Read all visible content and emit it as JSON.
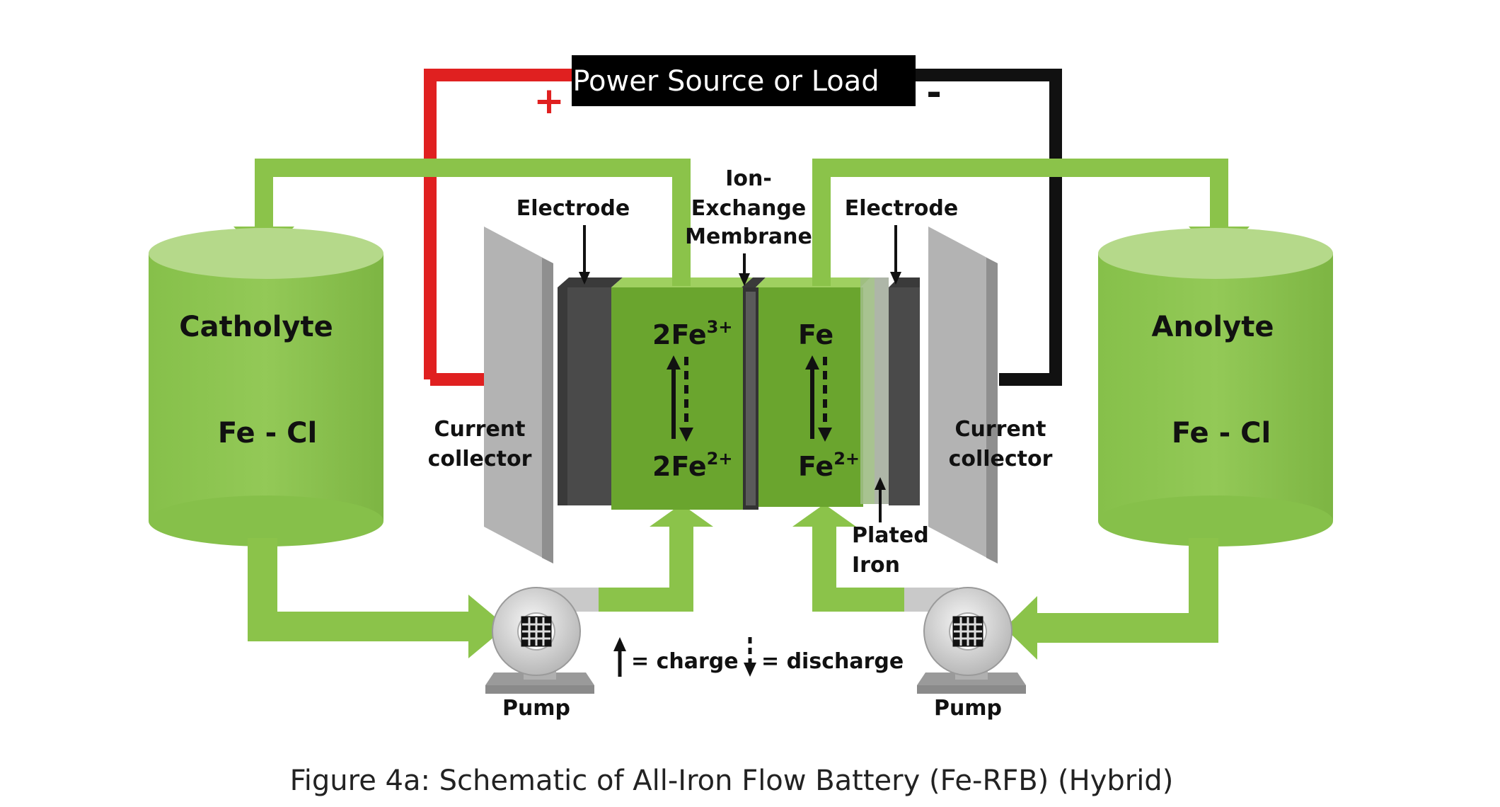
{
  "power": {
    "label": "Power Source or Load",
    "plus": "+",
    "minus": "-"
  },
  "tanks": {
    "left": {
      "title": "Catholyte",
      "content": "Fe - Cl"
    },
    "right": {
      "title": "Anolyte",
      "content": "Fe - Cl"
    }
  },
  "labels": {
    "electrode_left": "Electrode",
    "electrode_right": "Electrode",
    "membrane_line1": "Ion-",
    "membrane_line2": "Exchange",
    "membrane_line3": "Membrane",
    "current_collector_left_1": "Current",
    "current_collector_left_2": "collector",
    "current_collector_right_1": "Current",
    "current_collector_right_2": "collector",
    "plated_iron_1": "Plated",
    "plated_iron_2": "Iron",
    "pump_left": "Pump",
    "pump_right": "Pump"
  },
  "reactions": {
    "left_top": {
      "base": "2Fe",
      "sup": "3+"
    },
    "left_bottom": {
      "base": "2Fe",
      "sup": "2+"
    },
    "right_top": {
      "base": "Fe",
      "sup": ""
    },
    "right_bottom": {
      "base": "Fe",
      "sup": "2+"
    }
  },
  "legend": {
    "charge": "= charge",
    "discharge": "= discharge"
  },
  "caption": "Figure 4a: Schematic of All-Iron Flow Battery (Fe-RFB) (Hybrid)",
  "colors": {
    "green": "#8bc34a",
    "green_light": "#b5d98a",
    "green_dark": "#6aa52e",
    "electrode": "#4a4a4a",
    "collector": "#b0b0b0",
    "positive_wire": "#e02020",
    "negative_wire": "#111111"
  }
}
